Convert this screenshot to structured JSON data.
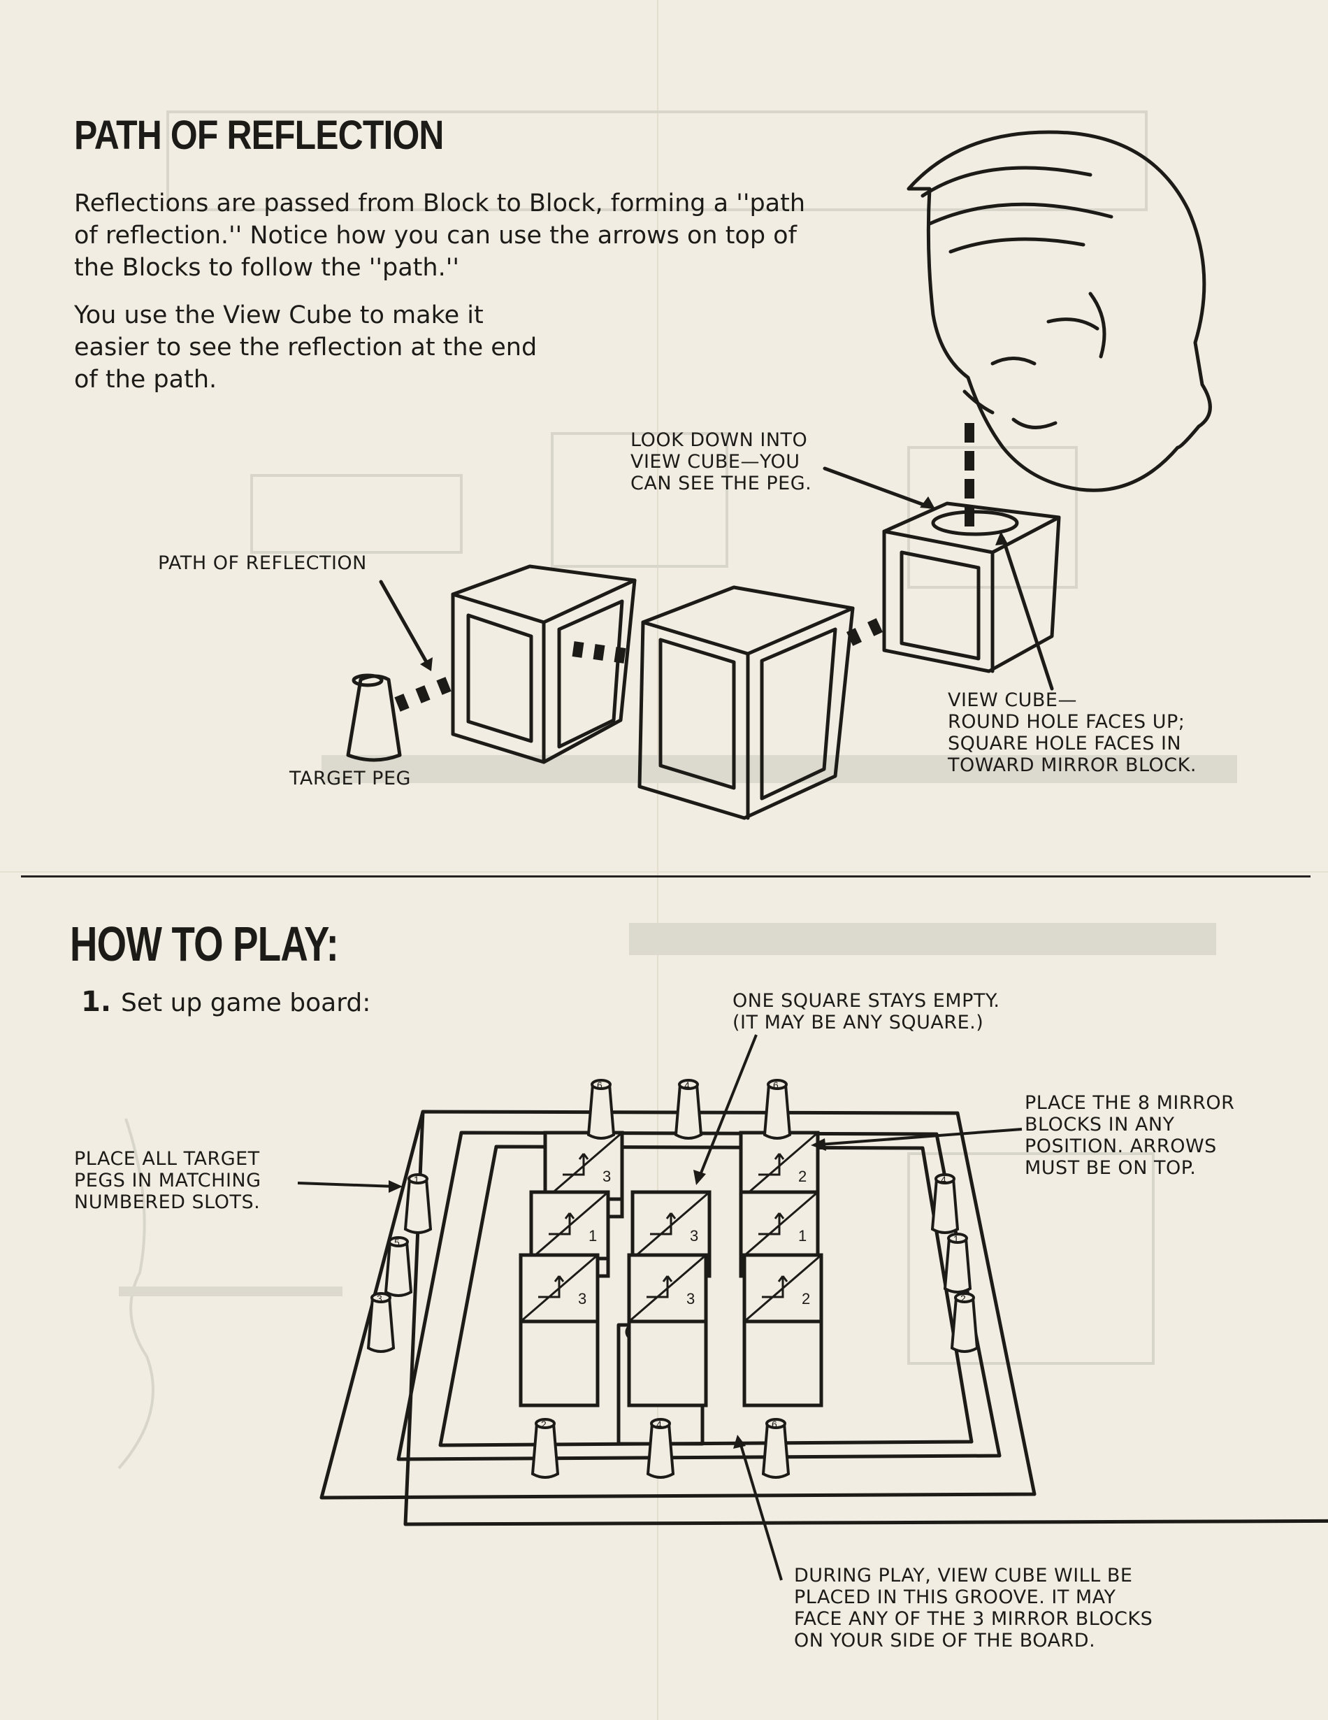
{
  "path_section": {
    "heading": "PATH OF REFLECTION",
    "paragraph1": "Reflections are passed from Block to Block, forming a ''path of reflection.'' Notice how you can use the arrows on top of the Blocks to follow the ''path.''",
    "paragraph2": "You use the View Cube to make it easier to see the reflection at the end of the path.",
    "callouts": {
      "look_down": [
        "LOOK DOWN INTO",
        "VIEW CUBE—YOU",
        "CAN SEE THE PEG."
      ],
      "path_of_reflection": "PATH OF REFLECTION",
      "target_peg": "TARGET PEG",
      "view_cube": [
        "VIEW CUBE—",
        "ROUND HOLE FACES UP;",
        "SQUARE HOLE FACES IN",
        "TOWARD MIRROR BLOCK."
      ]
    }
  },
  "howto_section": {
    "heading": "HOW TO PLAY:",
    "step_number": "1.",
    "step_text": "Set up game board:",
    "callouts": {
      "empty_square": [
        "ONE SQUARE STAYS EMPTY.",
        "(IT MAY BE ANY SQUARE.)"
      ],
      "target_pegs": [
        "PLACE ALL TARGET",
        "PEGS IN MATCHING",
        "NUMBERED SLOTS."
      ],
      "mirror_blocks": [
        "PLACE THE 8 MIRROR",
        "BLOCKS IN ANY",
        "POSITION. ARROWS",
        "MUST BE ON TOP."
      ],
      "view_cube_groove": [
        "DURING PLAY, VIEW CUBE WILL BE",
        "PLACED IN THIS GROOVE. IT MAY",
        "FACE ANY OF THE 3 MIRROR BLOCKS",
        "ON YOUR SIDE OF THE BOARD."
      ]
    },
    "peg_numbers": [
      "6",
      "4",
      "6",
      "1",
      "5",
      "3",
      "4",
      "1",
      "2",
      "2",
      "4",
      "6"
    ],
    "block_numbers": [
      "3",
      "2",
      "1",
      "3",
      "1",
      "3",
      "3",
      "2"
    ]
  },
  "colors": {
    "paper": "#f1ede2",
    "ink": "#1c1b18",
    "bleed_through": "#d6d3c8"
  }
}
